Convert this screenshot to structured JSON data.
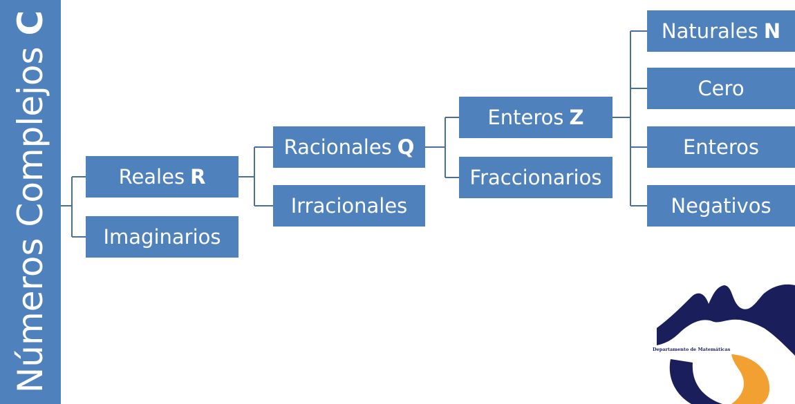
{
  "root": {
    "label": "Números Complejos",
    "symbol": "C"
  },
  "nodes": {
    "reales": {
      "label": "Reales",
      "symbol": "R"
    },
    "imaginarios": {
      "label": "Imaginarios"
    },
    "racionales": {
      "label": "Racionales",
      "symbol": "Q"
    },
    "irracionales": {
      "label": "Irracionales"
    },
    "enteros_z": {
      "label": "Enteros",
      "symbol": "Z"
    },
    "fraccionarios": {
      "label": "Fraccionarios"
    },
    "naturales": {
      "label": "Naturales",
      "symbol": "N"
    },
    "cero": {
      "label": "Cero"
    },
    "enteros": {
      "label": "Enteros"
    },
    "negativos": {
      "label": "Negativos"
    }
  },
  "logo": {
    "text": "Departamento de Matemáticas"
  },
  "colors": {
    "node_fill": "#4f81bd",
    "node_text": "#ffffff",
    "connector": "#4a6f9c",
    "logo_navy": "#1a1f5c",
    "logo_orange": "#f2a032"
  }
}
